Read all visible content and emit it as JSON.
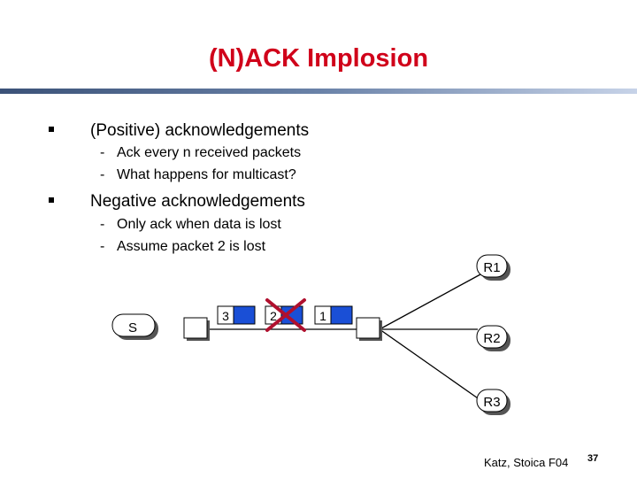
{
  "slide": {
    "title": "(N)ACK Implosion",
    "bullets": [
      {
        "text": "(Positive) acknowledgements",
        "subs": [
          "Ack every n received packets",
          "What happens for multicast?"
        ]
      },
      {
        "text": "Negative acknowledgements",
        "subs": [
          "Only ack when data is lost",
          "Assume packet 2 is lost"
        ]
      }
    ],
    "sub_marker": "-"
  },
  "diagram": {
    "source": "S",
    "receivers": [
      "R1",
      "R2",
      "R3"
    ],
    "packets": [
      "3",
      "2",
      "1"
    ],
    "lost_packet": "2"
  },
  "footer": {
    "author": "Katz, Stoica F04",
    "page": "37"
  },
  "colors": {
    "title": "#d0001a",
    "packet": "#1a4fd6",
    "lost_mark": "#b0102e",
    "node_shadow": "#555555"
  }
}
